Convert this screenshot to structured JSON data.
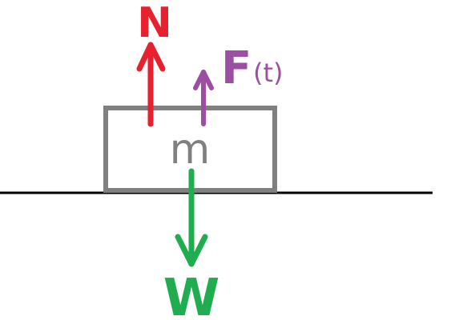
{
  "diagram": {
    "mass_label": "m",
    "forces": {
      "normal": {
        "label": "N",
        "color": "#e8212e"
      },
      "applied": {
        "label": "F",
        "argument": "(t)",
        "color": "#9c4ea3"
      },
      "weight": {
        "label": "W",
        "color": "#20ad4f"
      }
    },
    "block_color": "#808080",
    "ground_color": "#000000"
  }
}
